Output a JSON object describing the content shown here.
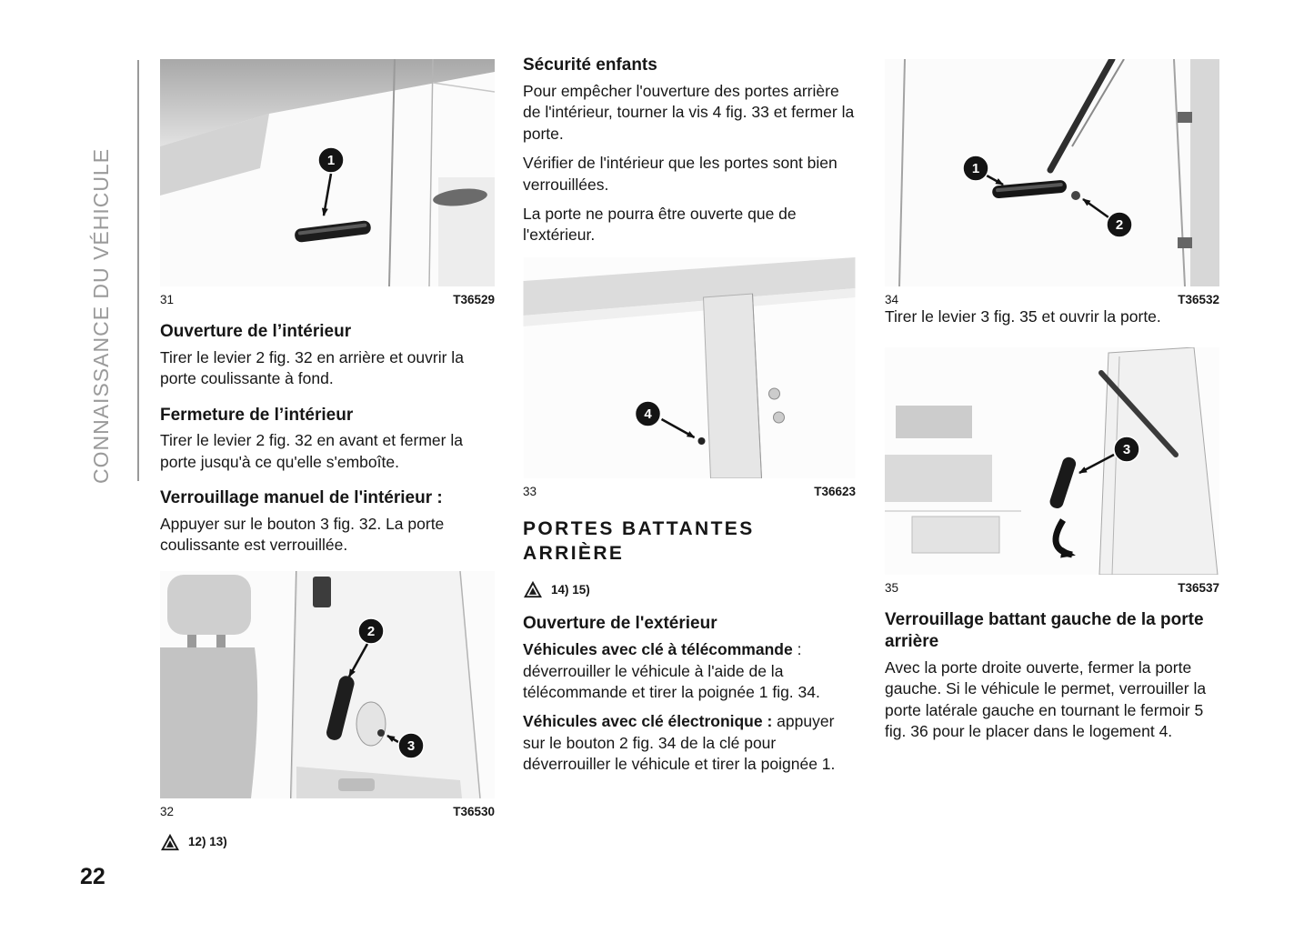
{
  "page": {
    "number": "22"
  },
  "sidebar": {
    "title": "CONNAISSANCE DU VÉHICULE"
  },
  "col1": {
    "fig31": {
      "num": "31",
      "code": "T36529",
      "callout1": "1"
    },
    "heading1": "Ouverture de l’intérieur",
    "para1": "Tirer le levier 2 fig. 32 en arrière et ouvrir la porte coulissante à fond.",
    "heading2": "Fermeture de l’intérieur",
    "para2": "Tirer le levier 2 fig. 32 en avant et fermer la porte jusqu'à ce qu'elle s'emboîte.",
    "heading3": "Verrouillage manuel de l'intérieur :",
    "para3": "Appuyer sur le bouton 3 fig. 32. La porte coulissante est verrouillée.",
    "fig32": {
      "num": "32",
      "code": "T36530",
      "callout2": "2",
      "callout3": "3"
    },
    "note_refs": "12) 13)"
  },
  "col2": {
    "heading1": "Sécurité enfants",
    "para1": "Pour empêcher l'ouverture des portes arrière de l'intérieur, tourner la vis 4 fig. 33 et fermer la porte.",
    "para2": "Vérifier de l'intérieur que les portes sont bien verrouillées.",
    "para3": "La porte ne pourra être ouverte que de l'extérieur.",
    "fig33": {
      "num": "33",
      "code": "T36623",
      "callout4": "4"
    },
    "section_title_line1": "PORTES BATTANTES",
    "section_title_line2": "ARRIÈRE",
    "note_refs": "14) 15)",
    "heading2": "Ouverture de l'extérieur",
    "para4_bold": "Véhicules avec clé à télécommande",
    "para4_rest": " : déverrouiller le véhicule à l'aide de la télécommande et tirer la poignée 1 fig. 34.",
    "para5_bold": "Véhicules avec clé électronique :",
    "para5_rest": " appuyer sur le bouton 2 fig. 34 de la clé pour déverrouiller le véhicule et tirer la poignée 1."
  },
  "col3": {
    "fig34": {
      "num": "34",
      "code": "T36532",
      "callout1": "1",
      "callout2": "2"
    },
    "para1": "Tirer le levier 3 fig. 35 et ouvrir la porte.",
    "fig35": {
      "num": "35",
      "code": "T36537",
      "callout3": "3"
    },
    "heading1": "Verrouillage battant gauche de la porte arrière",
    "para2": "Avec la porte droite ouverte, fermer la porte gauche. Si le véhicule le permet, verrouiller la porte latérale gauche en tournant le fermoir 5 fig. 36 pour le placer dans le logement 4."
  }
}
